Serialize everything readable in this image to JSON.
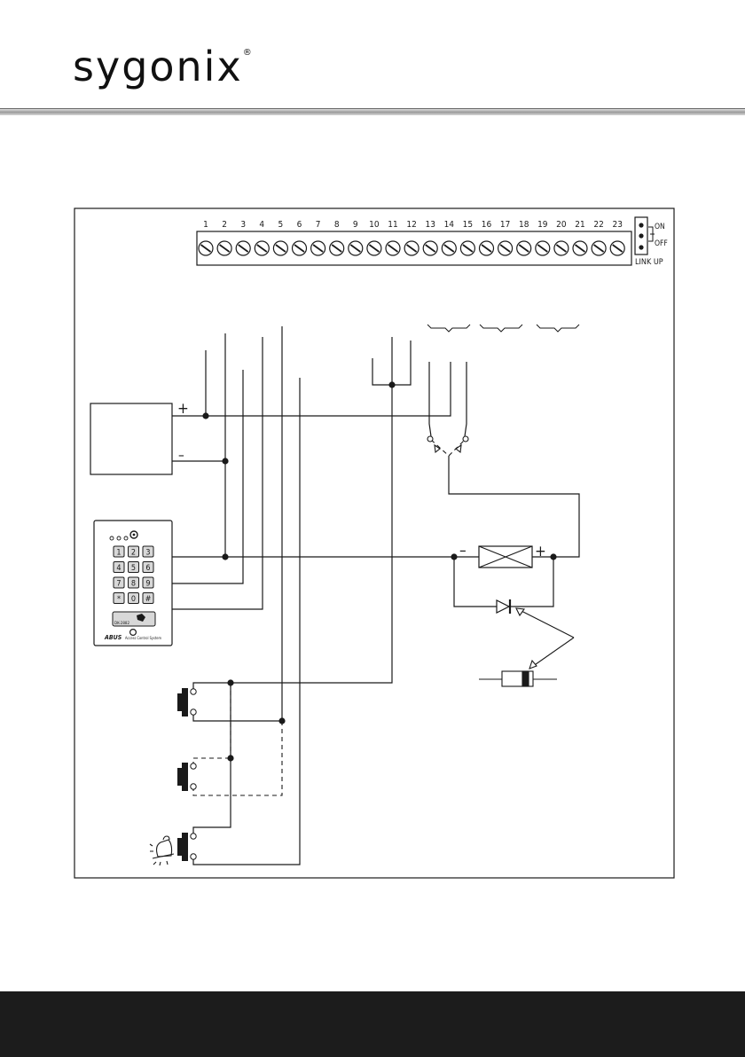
{
  "brand": {
    "name": "sygonix",
    "registered_mark": "®"
  },
  "terminal_labels": [
    "1",
    "2",
    "3",
    "4",
    "5",
    "6",
    "7",
    "8",
    "9",
    "10",
    "11",
    "12",
    "13",
    "14",
    "15",
    "16",
    "17",
    "18",
    "19",
    "20",
    "21",
    "22",
    "23"
  ],
  "jumper": {
    "on_label": "ON",
    "off_label": "OFF",
    "caption": "LINK UP"
  },
  "power_supply": {
    "plus": "+",
    "minus": "–"
  },
  "lock": {
    "minus": "–",
    "plus": "+"
  },
  "keypad": {
    "keys": [
      "1",
      "2",
      "3",
      "4",
      "5",
      "6",
      "7",
      "8",
      "9",
      "*",
      "0",
      "#"
    ],
    "card_text": "DK-2882",
    "brand_text": "ABUS",
    "caption": "Access Control System"
  },
  "colors": {
    "line": "#1a1a1a",
    "footer": "#1c1c1c",
    "key_fill": "#d8d8d8"
  }
}
